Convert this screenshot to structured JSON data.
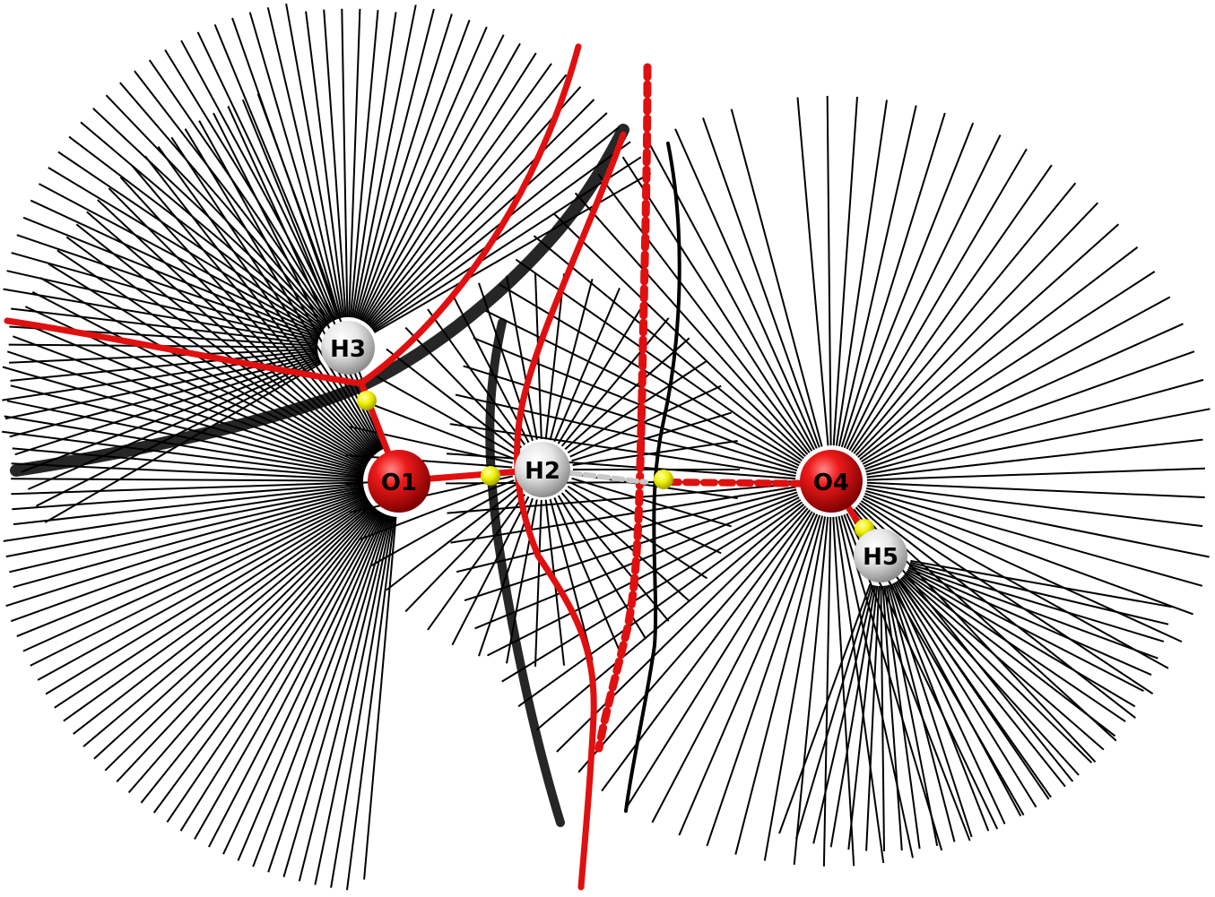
{
  "atoms": [
    {
      "id": "O1",
      "label": "O1",
      "element": "oxygen",
      "color": "#e00000"
    },
    {
      "id": "H2",
      "label": "H2",
      "element": "hydrogen",
      "color": "#d8d8d8"
    },
    {
      "id": "H3",
      "label": "H3",
      "element": "hydrogen",
      "color": "#d8d8d8"
    },
    {
      "id": "O4",
      "label": "O4",
      "element": "oxygen",
      "color": "#e00000"
    },
    {
      "id": "H5",
      "label": "H5",
      "element": "hydrogen",
      "color": "#d8d8d8"
    }
  ],
  "bonds": [
    {
      "from": "O1",
      "to": "H3",
      "style": "solid"
    },
    {
      "from": "O1",
      "to": "H2",
      "style": "solid"
    },
    {
      "from": "O4",
      "to": "H5",
      "style": "solid"
    },
    {
      "from": "H2",
      "to": "O4",
      "style": "dashed"
    }
  ],
  "critical_points_color": "#f2f200",
  "gradient_line_color": "#000000",
  "basin_boundary_color": "#e01010"
}
